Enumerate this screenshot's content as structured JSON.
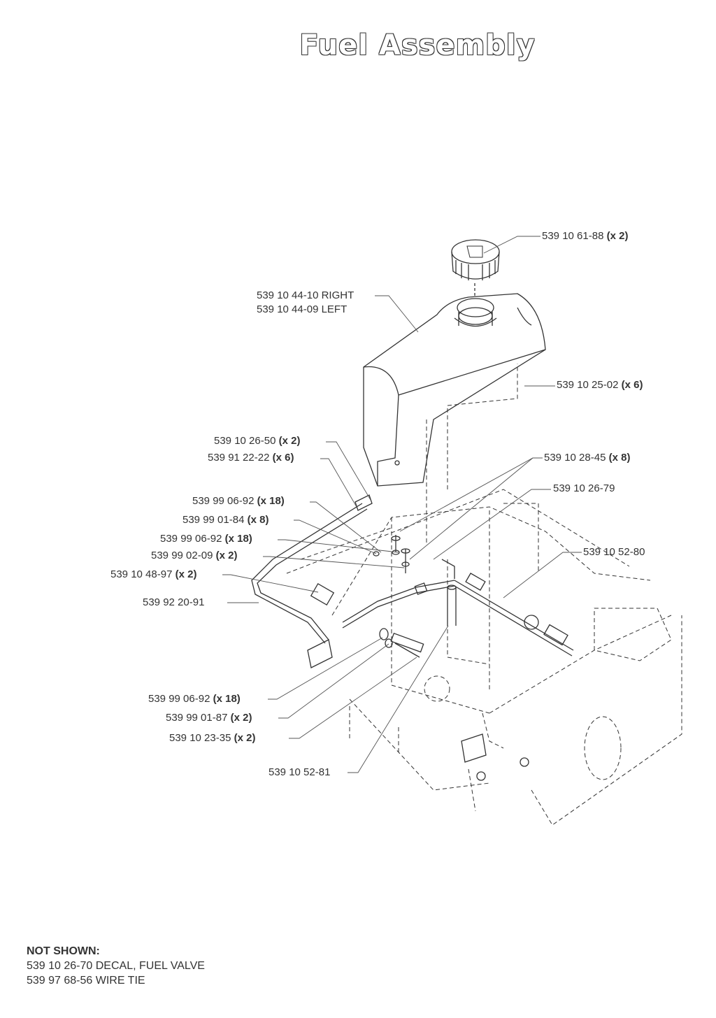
{
  "title": "Fuel Assembly",
  "callouts": [
    {
      "id": "cap",
      "part": "539 10 61-88",
      "qty": "(x 2)"
    },
    {
      "id": "tank-right",
      "part": "539 10 44-10 RIGHT",
      "qty": ""
    },
    {
      "id": "tank-left",
      "part": "539 10 44-09 LEFT",
      "qty": ""
    },
    {
      "id": "stud",
      "part": "539 10 25-02",
      "qty": "(x 6)"
    },
    {
      "id": "fitting",
      "part": "539 10 26-50",
      "qty": "(x 2)"
    },
    {
      "id": "clamp",
      "part": "539 91 22-22",
      "qty": "(x 6)"
    },
    {
      "id": "grommet",
      "part": "539 10 28-45",
      "qty": "(x 8)"
    },
    {
      "id": "bracket",
      "part": "539 10 26-79",
      "qty": ""
    },
    {
      "id": "washer-a",
      "part": "539 99 06-92",
      "qty": "(x 18)"
    },
    {
      "id": "nut-a",
      "part": "539 99 01-84",
      "qty": "(x 8)"
    },
    {
      "id": "washer-b",
      "part": "539 99 06-92",
      "qty": "(x 18)"
    },
    {
      "id": "bolt-a",
      "part": "539 99 02-09",
      "qty": "(x 2)"
    },
    {
      "id": "filter",
      "part": "539 10 48-97",
      "qty": "(x 2)"
    },
    {
      "id": "valve-link",
      "part": "539 10 52-80",
      "qty": ""
    },
    {
      "id": "fuel-line",
      "part": "539 92 20-91",
      "qty": ""
    },
    {
      "id": "washer-c",
      "part": "539 99 06-92",
      "qty": "(x 18)"
    },
    {
      "id": "nut-b",
      "part": "539 99 01-87",
      "qty": "(x 2)"
    },
    {
      "id": "bolt-b",
      "part": "539 10 23-35",
      "qty": "(x 2)"
    },
    {
      "id": "rod",
      "part": "539 10 52-81",
      "qty": ""
    }
  ],
  "not_shown": {
    "heading": "NOT SHOWN:",
    "items": [
      "539 10 26-70  DECAL, FUEL VALVE",
      "539 97 68-56  WIRE TIE"
    ]
  }
}
